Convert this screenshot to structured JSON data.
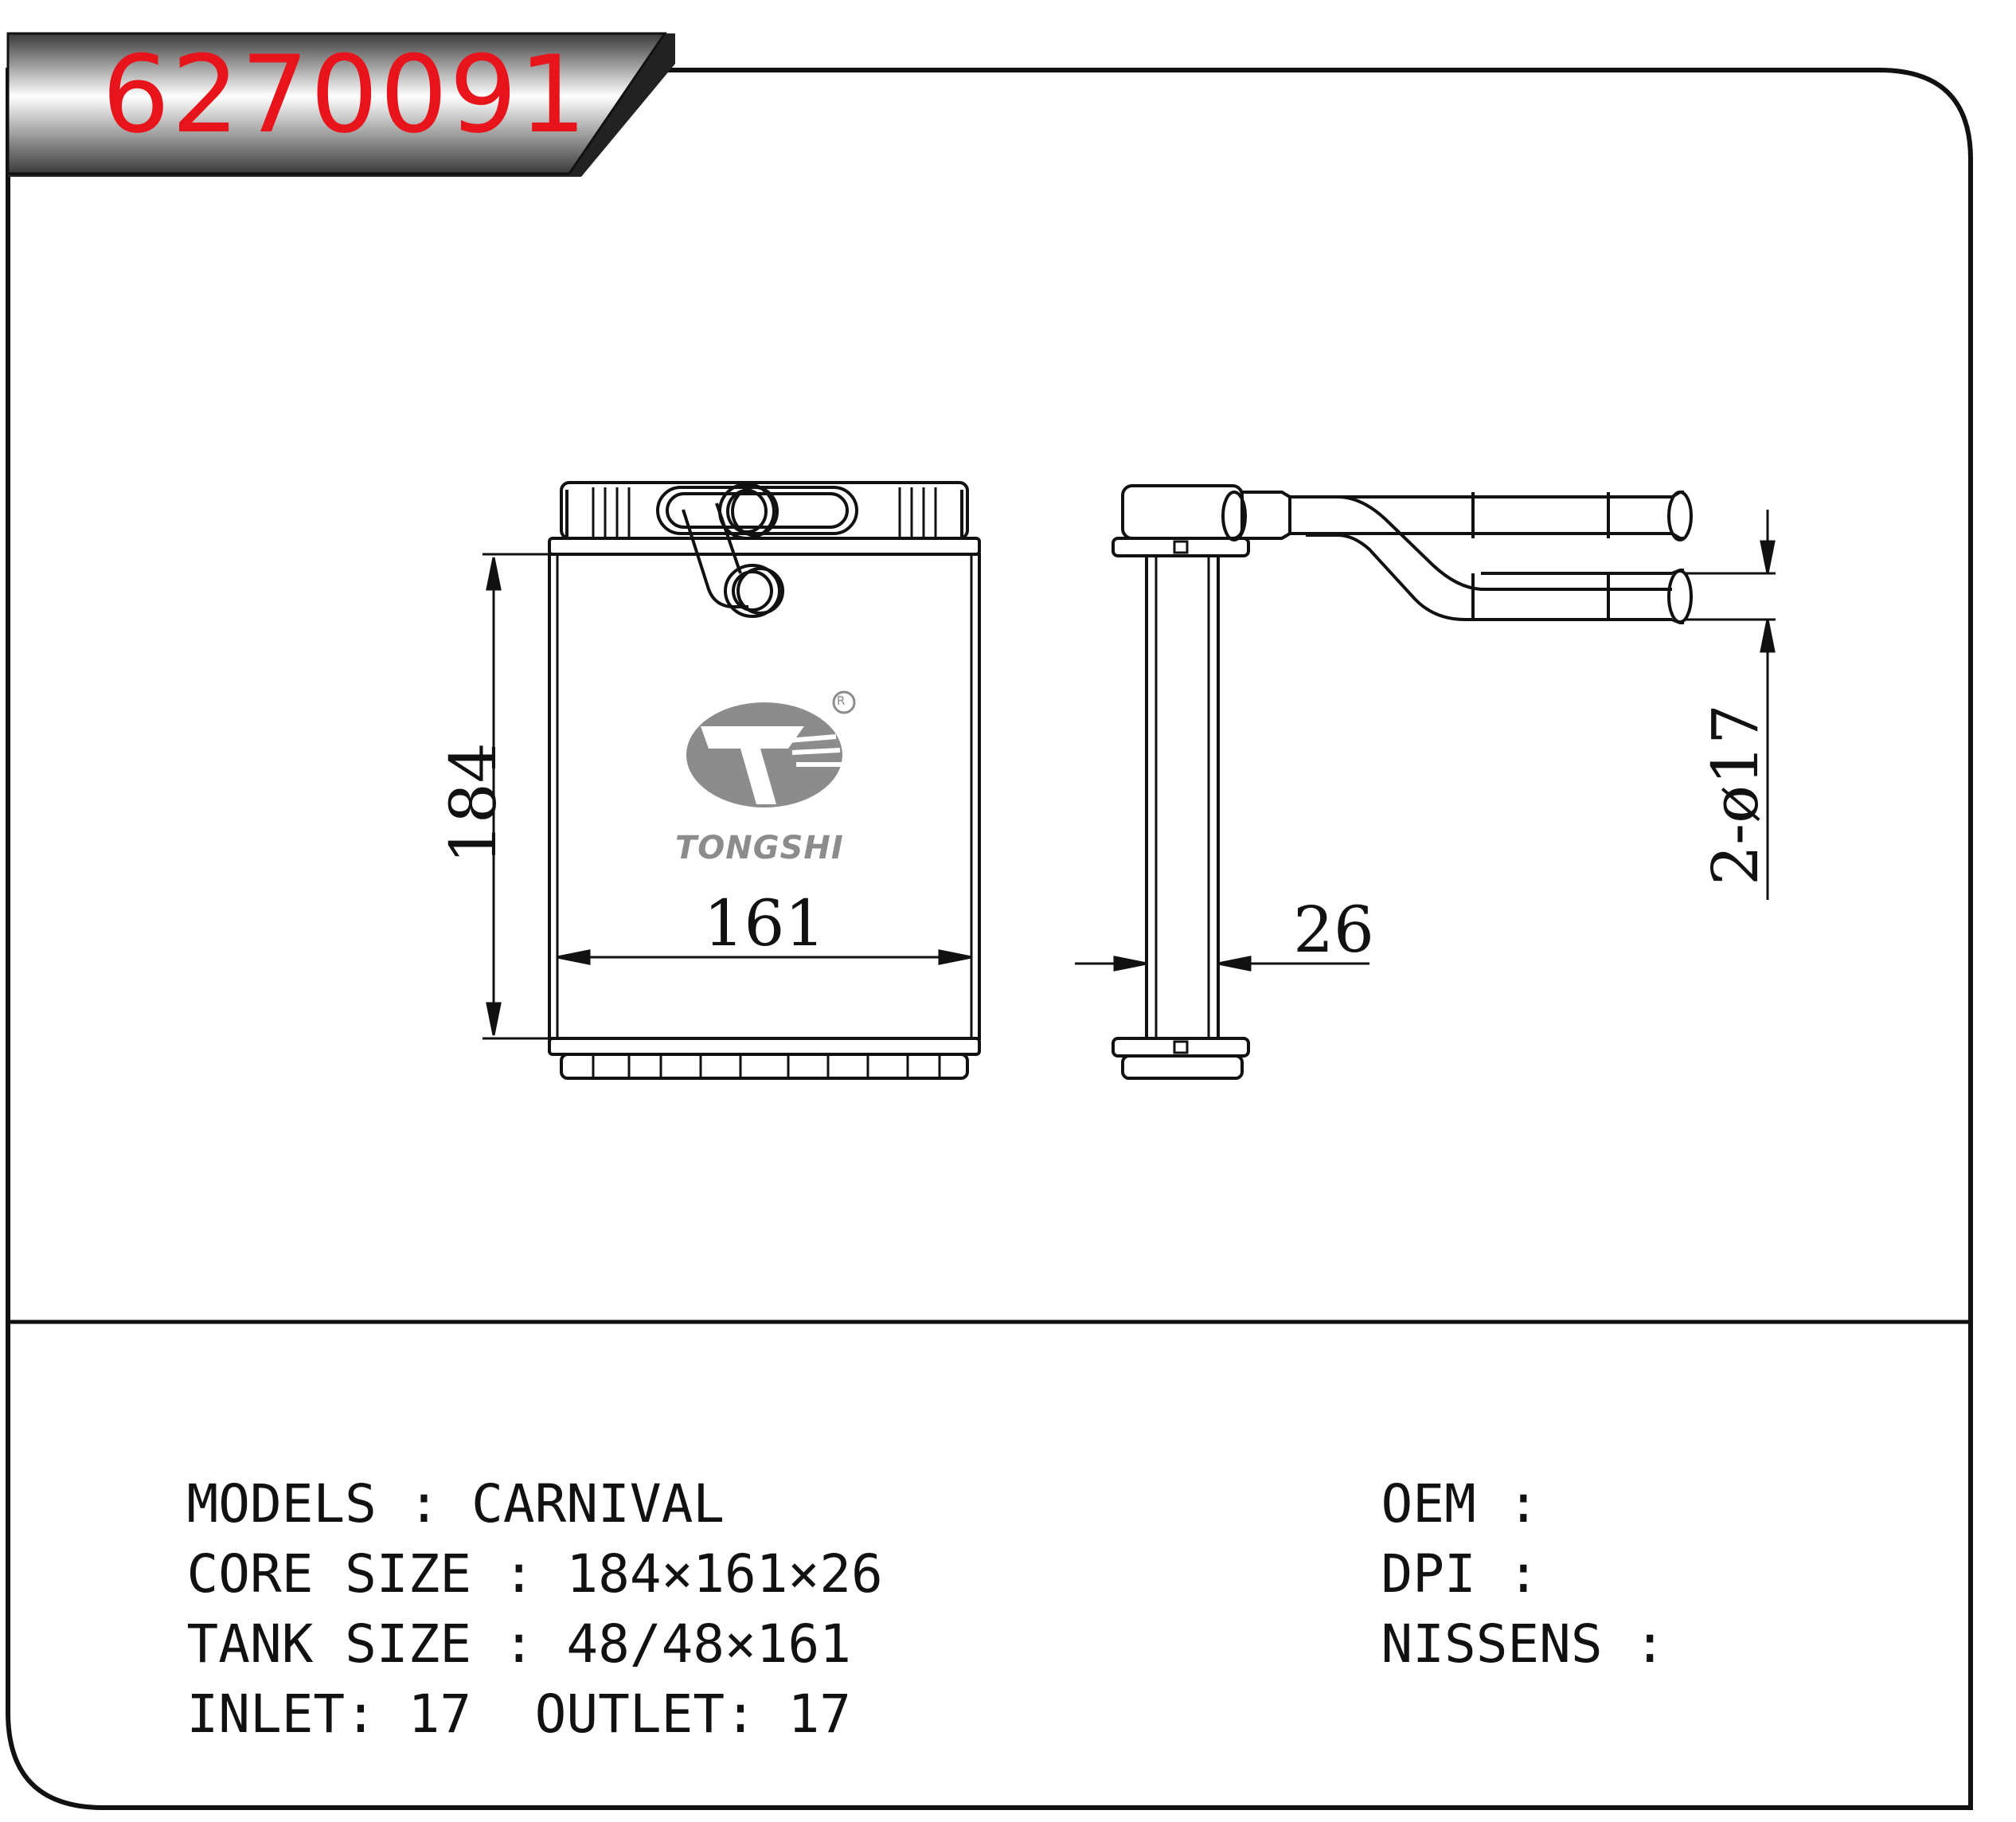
{
  "header": {
    "part_number": "6270091"
  },
  "brand": {
    "logo_text": "TONGSHI",
    "registered_mark": "R"
  },
  "dimensions": {
    "height_label": "184",
    "width_label": "161",
    "depth_label": "26",
    "pipe_label": "2-ø17"
  },
  "specs": {
    "models": {
      "label": "MODELS",
      "sep": ":",
      "value": "CARNIVAL"
    },
    "core_size": {
      "label": "CORE SIZE",
      "sep": ":",
      "value": "184×161×26"
    },
    "tank_size": {
      "label": "TANK SIZE",
      "sep": ":",
      "value": "48/48×161"
    },
    "inlet": {
      "label": "INLET",
      "sep": ":",
      "value": "17"
    },
    "outlet": {
      "label": "OUTLET",
      "sep": ":",
      "value": "17"
    },
    "oem": {
      "label": "OEM",
      "sep": ":",
      "value": ""
    },
    "dpi": {
      "label": "DPI",
      "sep": ":",
      "value": ""
    },
    "nissens": {
      "label": "NISSENS",
      "sep": ":",
      "value": ""
    }
  },
  "colors": {
    "title_red": "#e8141b",
    "logo_gray": "#8c8c8c",
    "line": "#111111"
  }
}
